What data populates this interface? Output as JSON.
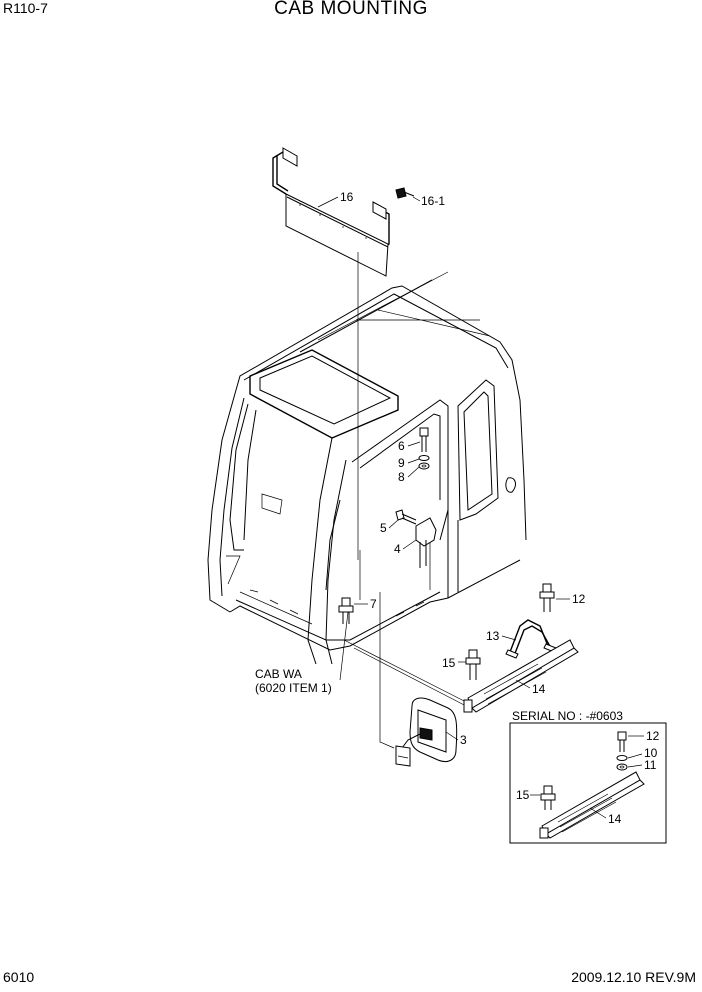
{
  "header": {
    "model": "R110-7",
    "title": "CAB MOUNTING"
  },
  "footer": {
    "page_number": "6010",
    "revision": "2009.12.10  REV.9M"
  },
  "callouts": {
    "p16": "16",
    "p16_1": "16-1",
    "p6": "6",
    "p9": "9",
    "p8": "8",
    "p5": "5",
    "p4": "4",
    "p7": "7",
    "p12": "12",
    "p13": "13",
    "p15": "15",
    "p14": "14",
    "p3": "3",
    "inset_12": "12",
    "inset_10": "10",
    "inset_11": "11",
    "inset_15": "15",
    "inset_14": "14"
  },
  "cab_note": {
    "line1": "CAB WA",
    "line2": "(6020 ITEM 1)"
  },
  "inset": {
    "title": "SERIAL NO : -#0603"
  }
}
